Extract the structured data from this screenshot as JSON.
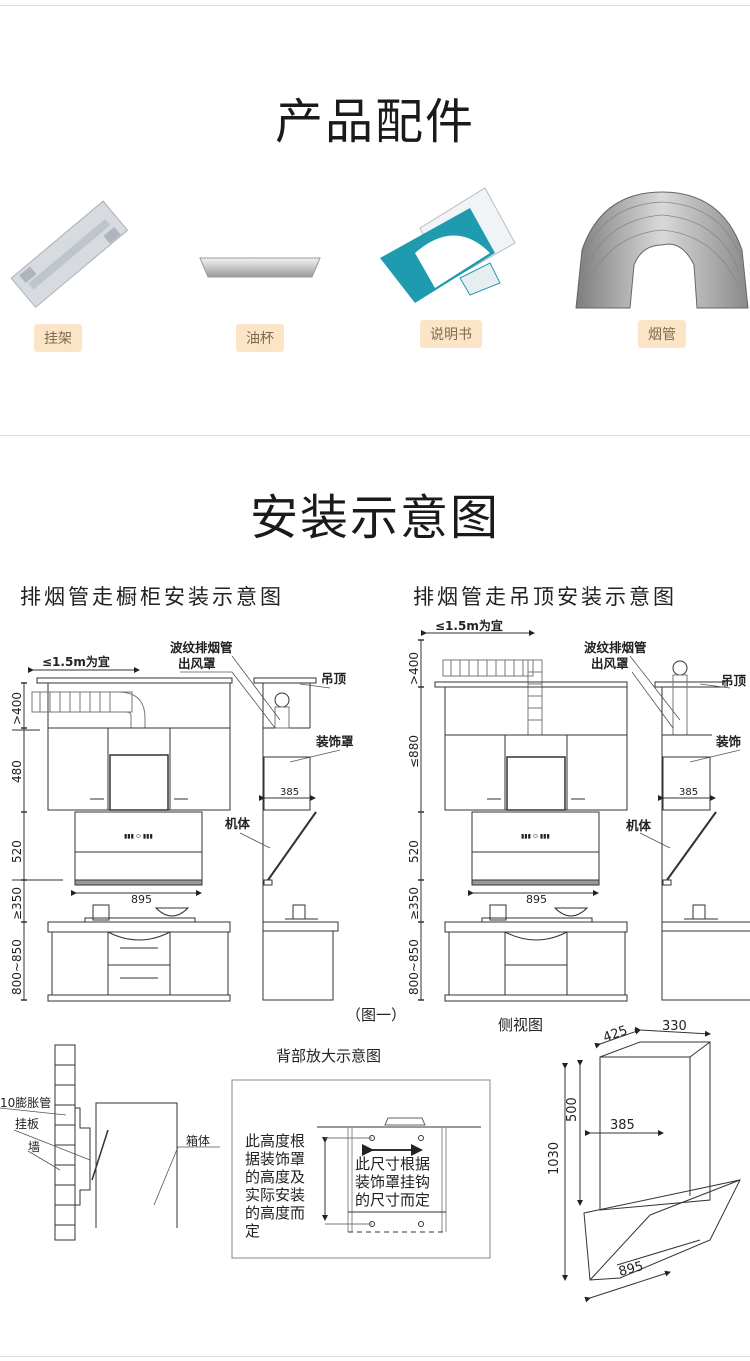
{
  "section1": {
    "title": "产品配件",
    "accessories": [
      {
        "label": "挂架",
        "icon": "wall-bracket-icon"
      },
      {
        "label": "油杯",
        "icon": "oil-cup-icon"
      },
      {
        "label": "说明书",
        "icon": "manual-icon"
      },
      {
        "label": "烟管",
        "icon": "exhaust-duct-icon"
      }
    ]
  },
  "section2": {
    "title": "安装示意图",
    "left_diagram": {
      "title": "排烟管走橱柜安装示意图",
      "duct_limit": "≤1.5m为宜",
      "dims": [
        ">400",
        "480",
        "520",
        "≥350",
        "800~850"
      ],
      "width": "895",
      "side_width": "385",
      "labels": {
        "duct": "波纹排烟管",
        "outlet": "出风罩",
        "ceiling": "吊顶",
        "cover": "装饰罩",
        "body": "机体"
      }
    },
    "right_diagram": {
      "title": "排烟管走吊顶安装示意图",
      "duct_limit": "≤1.5m为宜",
      "dims": [
        ">400",
        "≤880",
        "520",
        "≥350",
        "800~850"
      ],
      "width": "895",
      "side_width": "385",
      "labels": {
        "duct": "波纹排烟管",
        "outlet": "出风罩",
        "ceiling": "吊顶",
        "cover": "装饰",
        "body": "机体"
      }
    },
    "figure_caption": "（图一）",
    "wall_detail": {
      "labels": {
        "anchor": "10膨胀管",
        "plate": "挂板",
        "wall": "墙",
        "box": "箱体"
      }
    },
    "back_detail": {
      "title": "背部放大示意图",
      "height_note": [
        "此高度根",
        "据装饰罩",
        "的高度及",
        "实际安装",
        "的高度而",
        "定"
      ],
      "width_note": [
        "此尺寸根据",
        "装饰罩挂钩",
        "的尺寸而定"
      ]
    },
    "side_view": {
      "title": "侧视图",
      "dims": {
        "depth": "425",
        "top_width": "330",
        "cover_height": "500",
        "total_height": "1030",
        "cover_width": "385",
        "bottom_width": "895"
      }
    }
  }
}
